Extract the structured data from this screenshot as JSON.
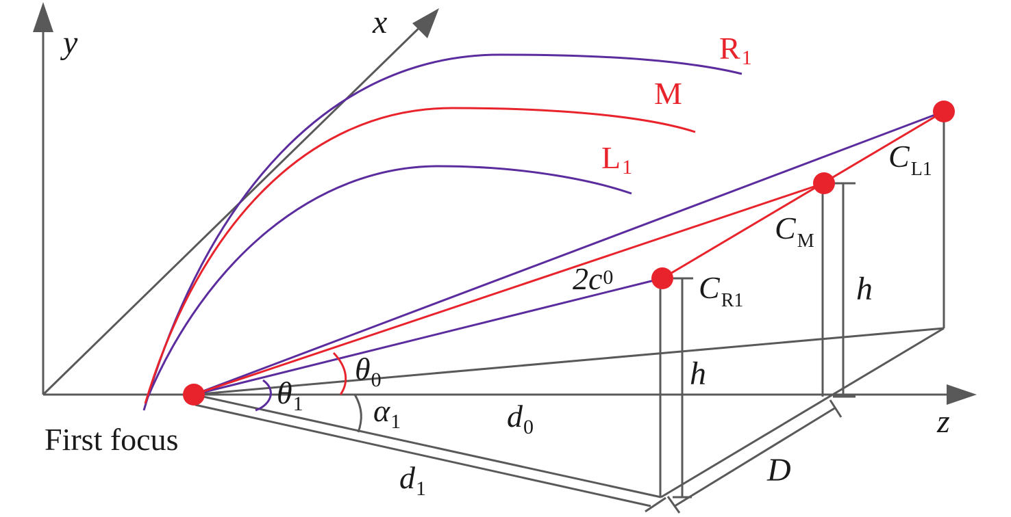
{
  "colors": {
    "axis": "#595959",
    "purple": "#5b2c9e",
    "red": "#e8232b"
  },
  "labels": {
    "y_axis": "y",
    "x_axis": "x",
    "z_axis": "z",
    "first_focus": "First focus",
    "curve_r": {
      "main": "R",
      "sub": "1"
    },
    "curve_m": {
      "main": "M"
    },
    "curve_l": {
      "main": "L",
      "sub": "1"
    },
    "c_l1": {
      "main": "C",
      "sub": "L1"
    },
    "c_m": {
      "main": "C",
      "sub": "M"
    },
    "c_r1": {
      "main": "C",
      "sub": "R1"
    },
    "two_c0": {
      "main": "2c",
      "sub": "0"
    },
    "theta0": {
      "main": "θ",
      "sub": "0"
    },
    "theta1": {
      "main": "θ",
      "sub": "1"
    },
    "alpha1": {
      "main": "α",
      "sub": "1"
    },
    "d0": {
      "main": "d",
      "sub": "0"
    },
    "d1": {
      "main": "d",
      "sub": "1"
    },
    "h_right": "h",
    "h_left": "h",
    "D": "D"
  }
}
